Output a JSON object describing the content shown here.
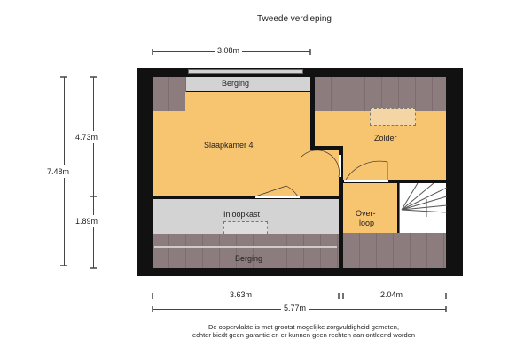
{
  "title": "Tweede verdieping",
  "rooms": {
    "berging_top": "Berging",
    "slaapkamer": "Slaapkamer 4",
    "zolder": "Zolder",
    "inloopkast": "Inloopkast",
    "overloop": "Over-\nloop",
    "overloop_1": "Over-",
    "overloop_2": "loop",
    "berging_bottom": "Berging"
  },
  "dimensions": {
    "top": "3.08m",
    "left_upper": "4.73m",
    "left_lower": "1.89m",
    "left_total": "7.48m",
    "bottom_left": "3.63m",
    "bottom_right": "2.04m",
    "bottom_total": "5.77m"
  },
  "disclaimer": {
    "line1": "De oppervlakte is met grootst mogelijke zorgvuldigheid gemeten,",
    "line2": "echter biedt geen garantie en er kunnen geen rechten aan ontleend worden"
  }
}
